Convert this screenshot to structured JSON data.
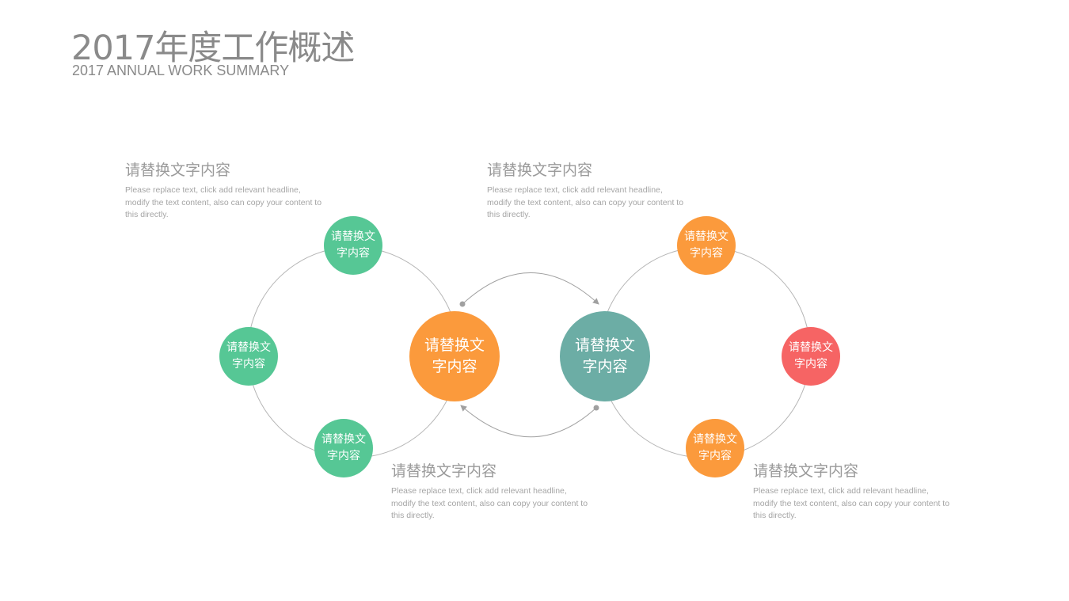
{
  "header": {
    "title": "2017年度工作概述",
    "subtitle": "2017 ANNUAL WORK SUMMARY"
  },
  "text_blocks": [
    {
      "heading": "请替换文字内容",
      "body": "Please replace text, click add relevant headline, modify the text content, also can copy your content to this directly."
    },
    {
      "heading": "请替换文字内容",
      "body": "Please replace text, click add relevant headline, modify the text content, also can copy your content to this directly."
    },
    {
      "heading": "请替换文字内容",
      "body": "Please replace text, click add relevant headline, modify the text content, also can copy your content to this directly."
    },
    {
      "heading": "请替换文字内容",
      "body": "Please replace text, click add relevant headline, modify the text content, also can copy your content to this directly."
    }
  ],
  "left_cluster": {
    "center": "请替换文字内容",
    "satellites": [
      "请替换文字内容",
      "请替换文字内容",
      "请替换文字内容"
    ]
  },
  "right_cluster": {
    "center": "请替换文字内容",
    "satellites": [
      "请替换文字内容",
      "请替换文字内容",
      "请替换文字内容"
    ]
  },
  "colors": {
    "green": "#56c795",
    "orange": "#fb9a3c",
    "teal": "#6cada5",
    "red": "#f66464",
    "line": "#b5b5b5",
    "text": "#8a8a8a"
  }
}
